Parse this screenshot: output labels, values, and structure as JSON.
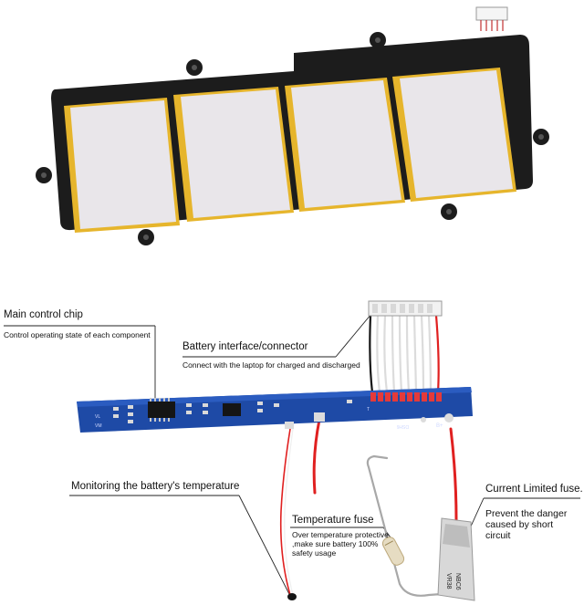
{
  "colors": {
    "battery_frame": "#1c1c1c",
    "cell_face": "#e9e6ea",
    "cell_edge": "#e6b52c",
    "pcb": "#1e4aa6",
    "wire_red": "#e02020",
    "leader_line": "#222222"
  },
  "labels": {
    "main_chip": {
      "title": "Main control chip",
      "desc": "Control operating state of each component"
    },
    "connector": {
      "title": "Battery interface/connector",
      "desc": "Connect with the laptop for charged and discharged"
    },
    "temperature_monitor": {
      "title": "Monitoring the battery's temperature"
    },
    "temperature_fuse": {
      "title": "Temperature fuse",
      "desc": "Over temperature protective ,make sure battery 100% safety usage"
    },
    "current_fuse": {
      "title": "Current  Limited fuse.",
      "desc": "Prevent the danger caused by short circuit"
    }
  },
  "pcb_markings": [
    "VL",
    "VM",
    "DSH6",
    "B+",
    "T"
  ],
  "fuse_markings": [
    "NBC6",
    "VR38"
  ]
}
